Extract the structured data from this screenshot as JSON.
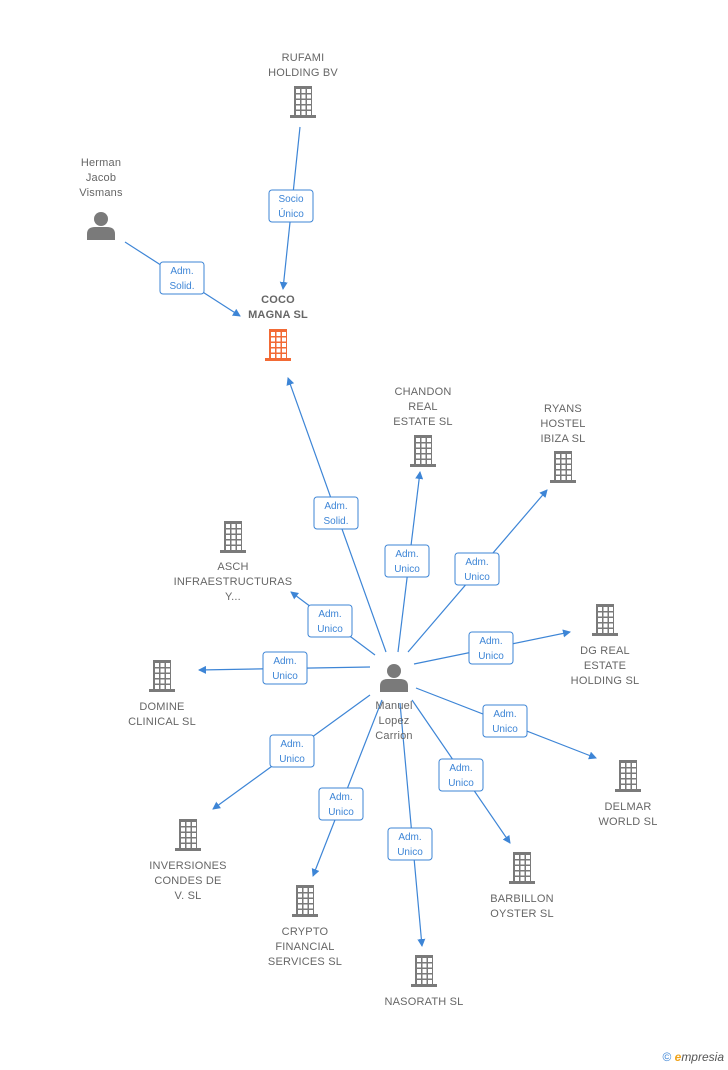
{
  "colors": {
    "company": "#7a7a7a",
    "focus": "#f26a35",
    "person": "#7a7a7a",
    "edge": "#3d85d6"
  },
  "nodes": [
    {
      "id": "rufami",
      "type": "company",
      "label": [
        "RUFAMI",
        "HOLDING BV"
      ]
    },
    {
      "id": "herman",
      "type": "person",
      "label": [
        "Herman",
        "Jacob",
        "Vismans"
      ]
    },
    {
      "id": "coco",
      "type": "company",
      "focus": true,
      "label": [
        "COCO",
        "MAGNA  SL"
      ]
    },
    {
      "id": "chandon",
      "type": "company",
      "label": [
        "CHANDON",
        "REAL",
        "ESTATE SL"
      ]
    },
    {
      "id": "ryans",
      "type": "company",
      "label": [
        "RYANS",
        "HOSTEL",
        "IBIZA SL"
      ]
    },
    {
      "id": "asch",
      "type": "company",
      "label": [
        "ASCH",
        "INFRAESTRUCTURAS",
        "Y..."
      ]
    },
    {
      "id": "dg",
      "type": "company",
      "label": [
        "DG REAL",
        "ESTATE",
        "HOLDING SL"
      ]
    },
    {
      "id": "domine",
      "type": "company",
      "label": [
        "DOMINE",
        "CLINICAL  SL"
      ]
    },
    {
      "id": "manuel",
      "type": "person",
      "label": [
        "Manuel",
        "Lopez",
        "Carrion"
      ]
    },
    {
      "id": "delmar",
      "type": "company",
      "label": [
        "DELMAR",
        "WORLD  SL"
      ]
    },
    {
      "id": "inversiones",
      "type": "company",
      "label": [
        "INVERSIONES",
        "CONDES DE",
        "V.  SL"
      ]
    },
    {
      "id": "crypto",
      "type": "company",
      "label": [
        "CRYPTO",
        "FINANCIAL",
        "SERVICES  SL"
      ]
    },
    {
      "id": "barbillon",
      "type": "company",
      "label": [
        "BARBILLON",
        "OYSTER  SL"
      ]
    },
    {
      "id": "nasorath",
      "type": "company",
      "label": [
        "NASORATH SL"
      ]
    }
  ],
  "edges": [
    {
      "from": "rufami",
      "to": "coco",
      "label": [
        "Socio",
        "Único"
      ]
    },
    {
      "from": "herman",
      "to": "coco",
      "label": [
        "Adm.",
        "Solid."
      ]
    },
    {
      "from": "manuel",
      "to": "coco",
      "label": [
        "Adm.",
        "Solid."
      ]
    },
    {
      "from": "manuel",
      "to": "chandon",
      "label": [
        "Adm.",
        "Unico"
      ]
    },
    {
      "from": "manuel",
      "to": "ryans",
      "label": [
        "Adm.",
        "Unico"
      ]
    },
    {
      "from": "manuel",
      "to": "asch",
      "label": [
        "Adm.",
        "Unico"
      ]
    },
    {
      "from": "manuel",
      "to": "dg",
      "label": [
        "Adm.",
        "Unico"
      ]
    },
    {
      "from": "manuel",
      "to": "domine",
      "label": [
        "Adm.",
        "Unico"
      ]
    },
    {
      "from": "manuel",
      "to": "delmar",
      "label": [
        "Adm.",
        "Unico"
      ]
    },
    {
      "from": "manuel",
      "to": "inversiones",
      "label": [
        "Adm.",
        "Unico"
      ]
    },
    {
      "from": "manuel",
      "to": "crypto",
      "label": [
        "Adm.",
        "Unico"
      ]
    },
    {
      "from": "manuel",
      "to": "barbillon",
      "label": [
        "Adm.",
        "Unico"
      ]
    },
    {
      "from": "manuel",
      "to": "nasorath",
      "label": [
        "Adm.",
        "Unico"
      ]
    }
  ],
  "watermark": {
    "symbol": "©",
    "brand_initial": "e",
    "brand_rest": "mpresia"
  }
}
